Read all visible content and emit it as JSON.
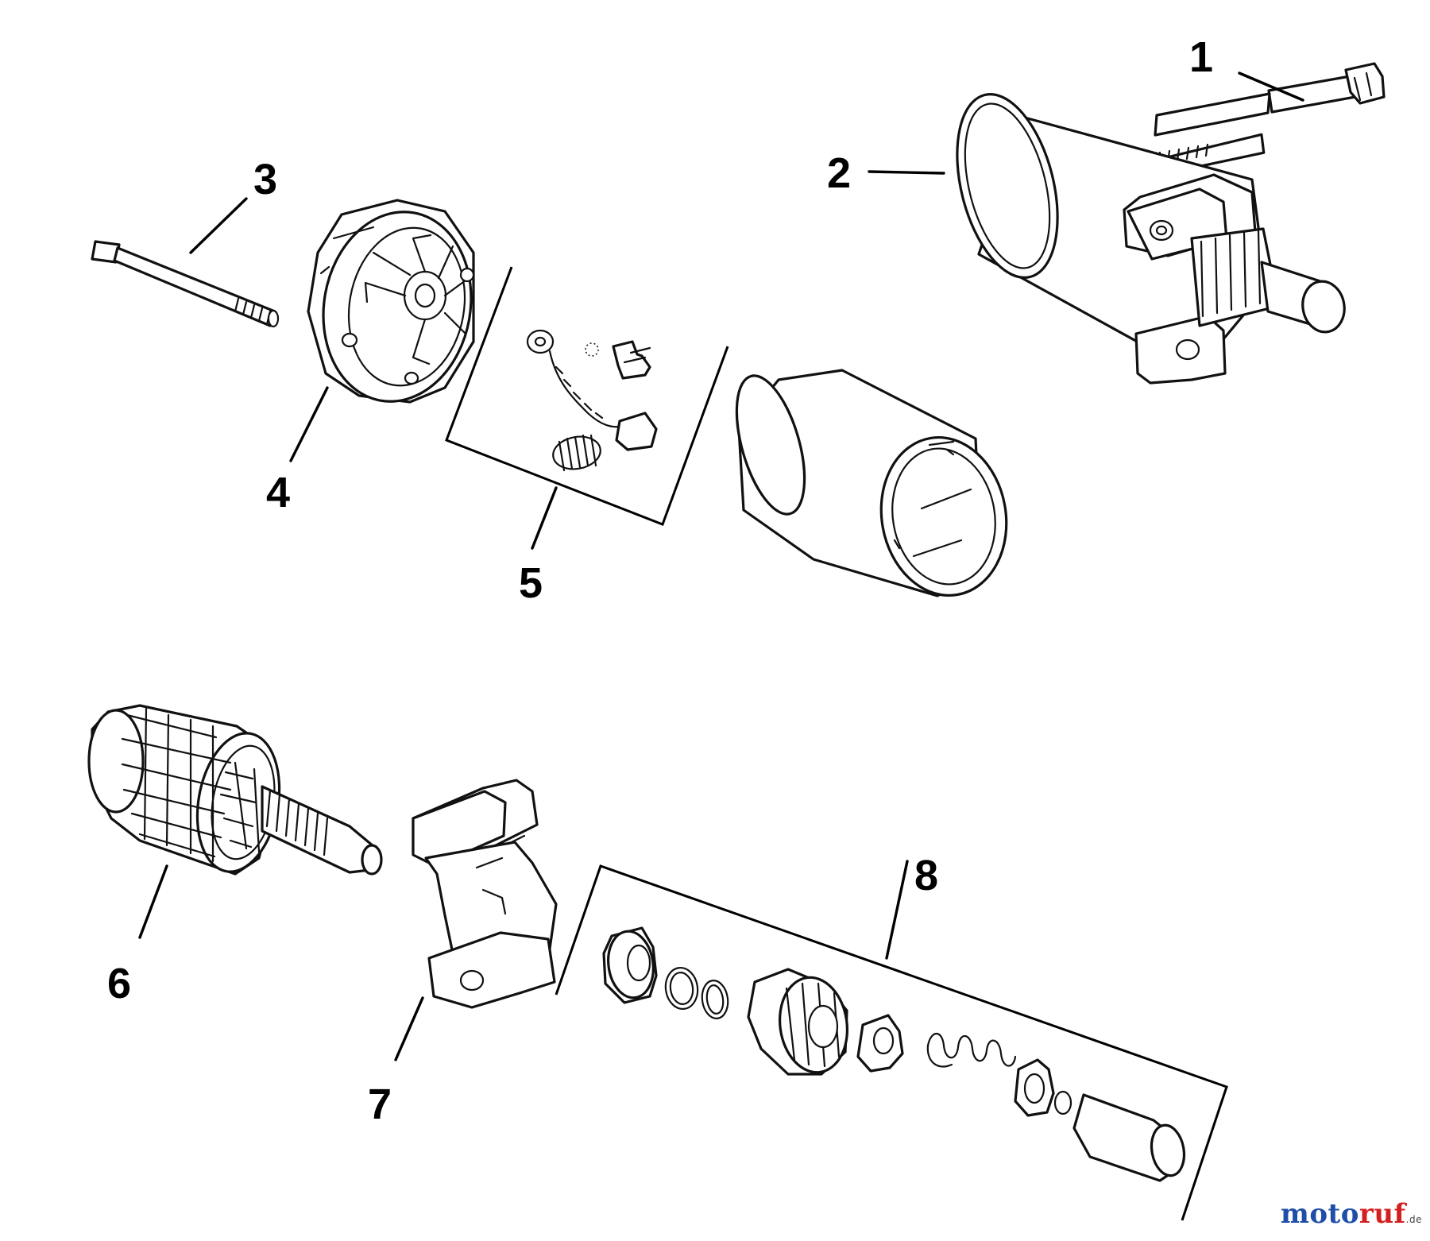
{
  "diagram": {
    "type": "exploded-parts-view",
    "callouts": [
      {
        "id": "1",
        "label": "1"
      },
      {
        "id": "2",
        "label": "2"
      },
      {
        "id": "3",
        "label": "3"
      },
      {
        "id": "4",
        "label": "4"
      },
      {
        "id": "5",
        "label": "5"
      },
      {
        "id": "6",
        "label": "6"
      },
      {
        "id": "7",
        "label": "7"
      },
      {
        "id": "8",
        "label": "8"
      }
    ]
  },
  "watermark": {
    "part1": "moto",
    "part2": "ruf",
    "suffix": ".de"
  }
}
